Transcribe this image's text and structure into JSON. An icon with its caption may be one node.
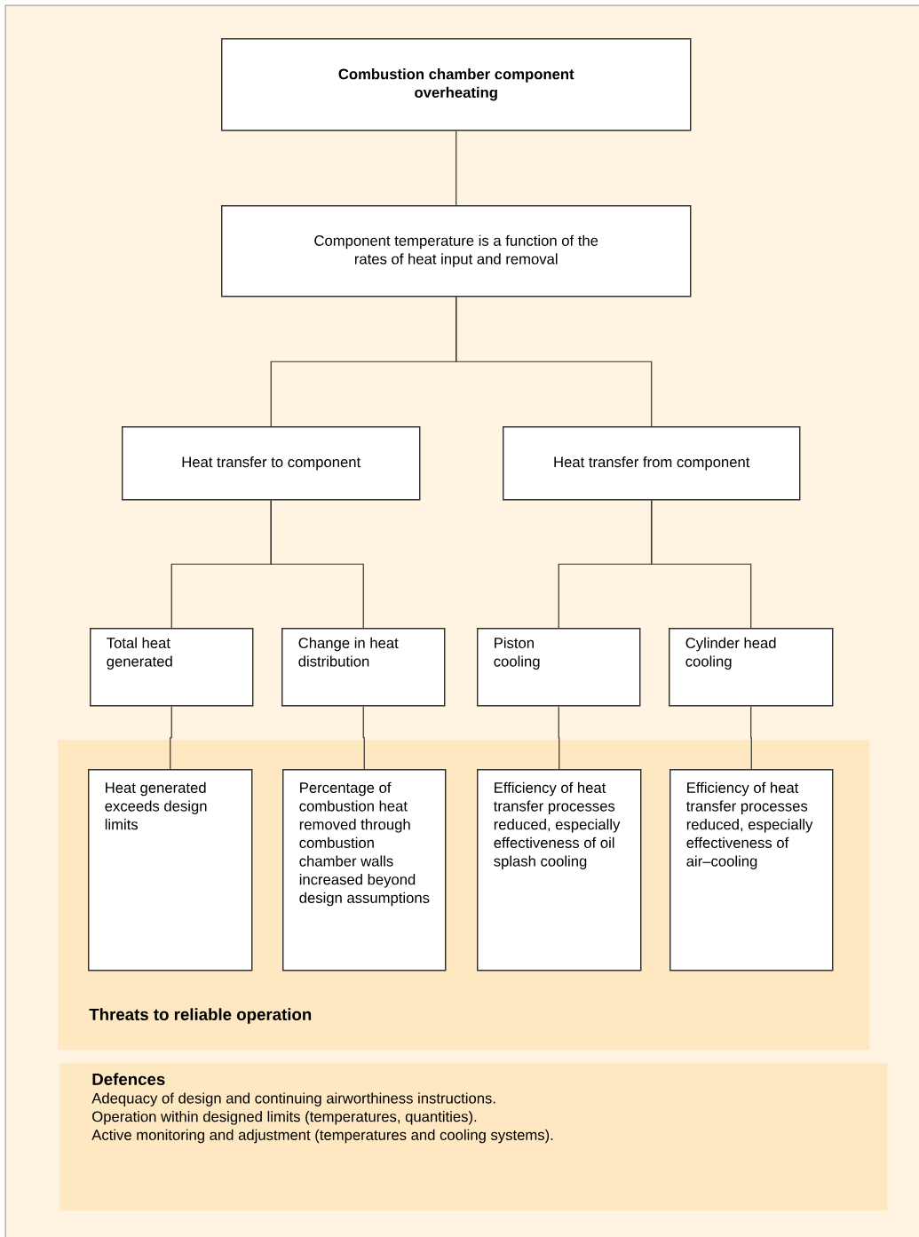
{
  "diagram": {
    "nodes": [
      {
        "text": [
          "Combustion chamber component overheating"
        ]
      },
      {
        "text": [
          "Component temperature is a function of the rates of heat input and removal"
        ]
      },
      {
        "text": [
          "Heat transfer to component"
        ]
      },
      {
        "text": [
          "Heat transfer from component"
        ]
      },
      {
        "text": [
          "Total heat generated"
        ]
      },
      {
        "text": [
          "Change in heat distribution"
        ]
      },
      {
        "text": [
          "Piston cooling"
        ]
      },
      {
        "text": [
          "Cylinder head cooling"
        ]
      },
      {
        "text": [
          "Threats to reliable operation"
        ]
      },
      {
        "text": [
          "Heat generated exceeds design limits"
        ],
        "in": 8
      },
      {
        "text": [
          "Percentage of combustion heat removed through combustion chamber walls increased beyond design assumptions"
        ],
        "in": 8
      },
      {
        "text": [
          "Efficiency of heat transfer processes reduced, especially effectiveness of oil splash cooling"
        ],
        "in": 8
      },
      {
        "text": [
          "Efficiency of heat transfer processes reduced, especially effectiveness of air–cooling"
        ],
        "in": 8
      },
      {
        "text": [
          "Defences",
          "Adequacy of design and continuing airworthiness instructions.",
          "Operation within designed limits (temperatures, quantities).",
          "Active monitoring and adjustment (temperatures and cooling systems)."
        ]
      }
    ],
    "edges": [
      {
        "from": 0,
        "to": 1,
        "arrow": "none"
      },
      {
        "from": 1,
        "to": 2,
        "arrow": "none"
      },
      {
        "from": 1,
        "to": 3,
        "arrow": "none"
      },
      {
        "from": 2,
        "to": 4,
        "arrow": "none"
      },
      {
        "from": 2,
        "to": 5,
        "arrow": "none"
      },
      {
        "from": 3,
        "to": 6,
        "arrow": "none"
      },
      {
        "from": 3,
        "to": 7,
        "arrow": "none"
      },
      {
        "from": 4,
        "to": 9,
        "arrow": "none"
      },
      {
        "from": 5,
        "to": 10,
        "arrow": "none"
      },
      {
        "from": 6,
        "to": 11,
        "arrow": "none"
      },
      {
        "from": 7,
        "to": 12,
        "arrow": "none"
      }
    ]
  }
}
